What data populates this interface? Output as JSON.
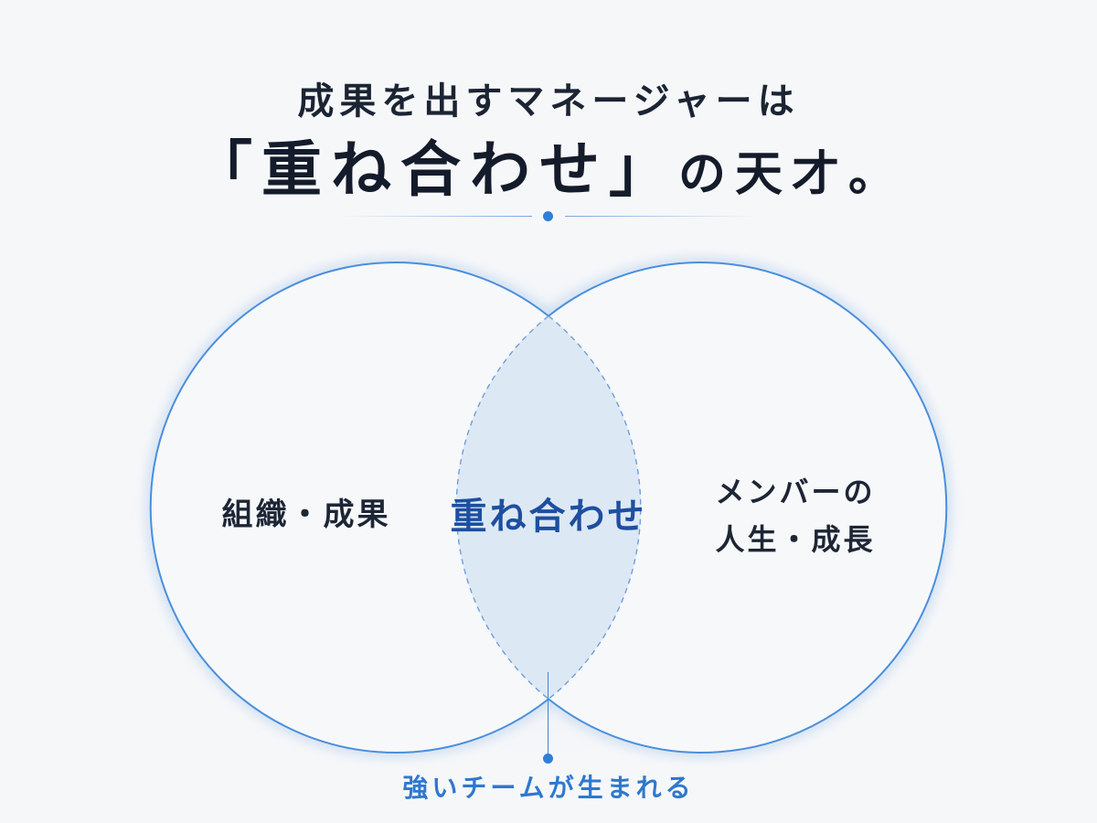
{
  "title": {
    "line1": "成果を出すマネージャーは",
    "line2_main": "「重ね合わせ」",
    "line2_tail": "の天才。"
  },
  "venn": {
    "left_label": "組織・成果",
    "center_label": "重ね合わせ",
    "right_label_line1": "メンバーの",
    "right_label_line2": "人生・成長"
  },
  "caption": "強いチームが生まれる",
  "colors": {
    "accent": "#2f7fd8",
    "circle_stroke": "#4a8fdc",
    "overlap_fill": "#dde8f5",
    "text_dark": "#1b2433",
    "center_text": "#1d4fa0"
  }
}
